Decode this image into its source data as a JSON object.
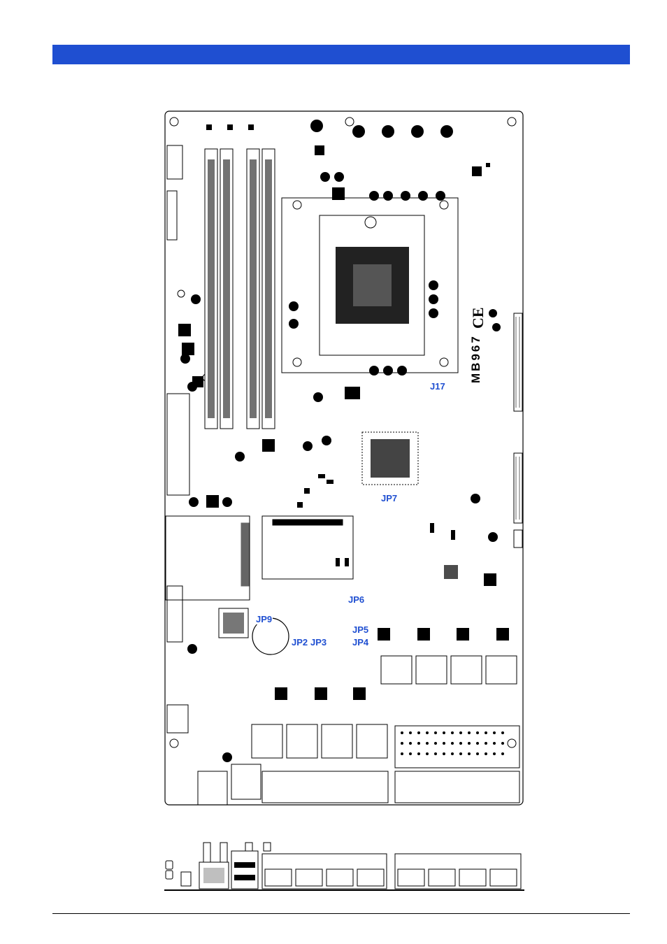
{
  "header": {
    "color": "#1f4fd1"
  },
  "board": {
    "model": "MB967",
    "certification": "CE",
    "label_color": "#1f4fd1",
    "jumpers": [
      {
        "id": "j17",
        "label": "J17"
      },
      {
        "id": "jp7",
        "label": "JP7"
      },
      {
        "id": "jp6",
        "label": "JP6"
      },
      {
        "id": "jp9",
        "label": "JP9"
      },
      {
        "id": "jp5",
        "label": "JP5"
      },
      {
        "id": "jp2",
        "label": "JP2"
      },
      {
        "id": "jp3",
        "label": "JP3"
      },
      {
        "id": "jp4",
        "label": "JP4"
      }
    ]
  }
}
